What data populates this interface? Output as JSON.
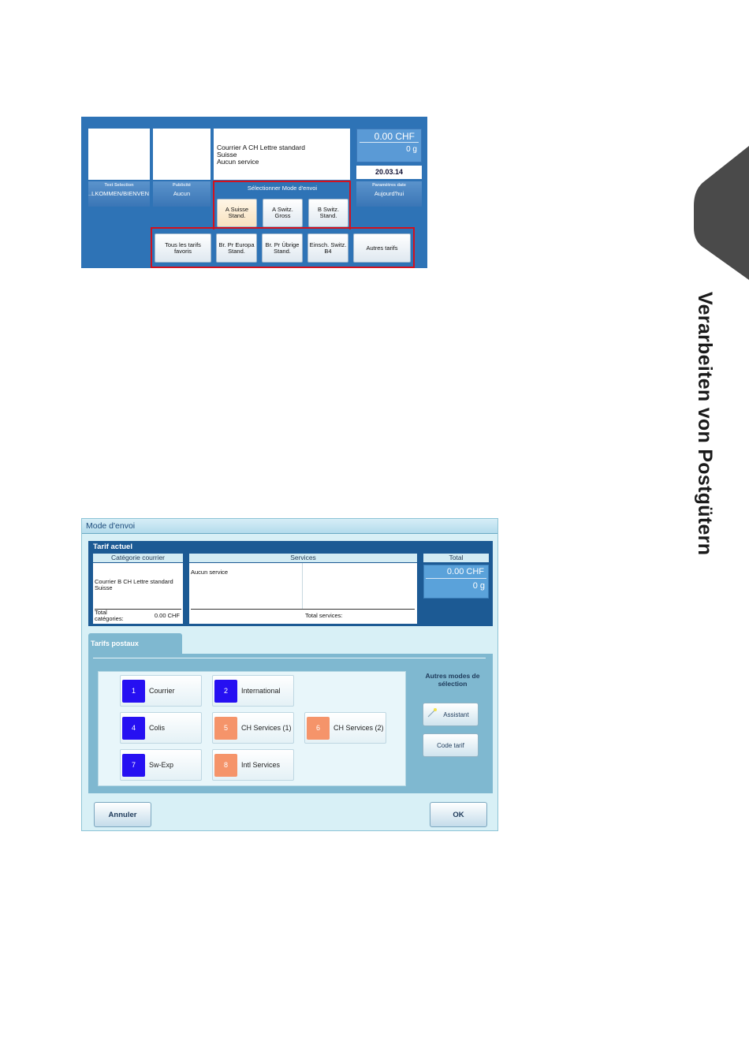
{
  "side_title": "Verarbeiten von Postgütern",
  "shot1": {
    "main_text": [
      "Courrier A CH Lettre standard",
      "Suisse",
      "Aucun service"
    ],
    "amount": "0.00 CHF",
    "weight": "0 g",
    "date": "20.03.14",
    "text_selection": {
      "caption": "Text Selection",
      "value": "..LKOMMEN/BIENVEN"
    },
    "publicite": {
      "caption": "Publicité",
      "value": "Aucun"
    },
    "parametres_date": {
      "caption": "Paramètres date",
      "value": "Aujourd'hui"
    },
    "mode_label": "Sélectionner Mode d'envoi",
    "mode_buttons": [
      [
        "A Suisse",
        "Stand."
      ],
      [
        "A Switz.",
        "Gross"
      ],
      [
        "B Switz.",
        "Stand."
      ]
    ],
    "tariff_buttons": [
      [
        "Tous les tarifs",
        "favoris"
      ],
      [
        "Br. Pr Europa",
        "Stand."
      ],
      [
        "Br. Pr Übrige",
        "Stand."
      ],
      [
        "Einsch. Switz.",
        "B4"
      ],
      [
        "Autres tarifs"
      ]
    ]
  },
  "shot2": {
    "window_title": "Mode d'envoi",
    "tarif_actuel": "Tarif actuel",
    "categorie_courrier_header": "Catégorie courrier",
    "categorie_text": [
      "Courrier B CH Lettre standard",
      "Suisse"
    ],
    "total_categories_label": [
      "Total",
      "catégories:"
    ],
    "total_categories_value": "0.00 CHF",
    "services_header": "Services",
    "services_text": "Aucun service",
    "total_services_label": "Total services:",
    "total_header": "Total",
    "total_amount": "0.00 CHF",
    "total_weight": "0 g",
    "tab_label": "Tarifs postaux",
    "categories": [
      {
        "num": "1",
        "label": "Courrier",
        "color": "#2610f2"
      },
      {
        "num": "2",
        "label": "International",
        "color": "#2610f2"
      },
      {
        "num": "4",
        "label": "Colis",
        "color": "#2610f2"
      },
      {
        "num": "5",
        "label": "CH Services (1)",
        "color": "#f5946a"
      },
      {
        "num": "6",
        "label": "CH Services (2)",
        "color": "#f5946a"
      },
      {
        "num": "7",
        "label": "Sw-Exp",
        "color": "#2610f2"
      },
      {
        "num": "8",
        "label": "Intl Services",
        "color": "#f5946a"
      }
    ],
    "autres_modes": [
      "Autres modes de",
      "sélection"
    ],
    "assistant_label": "Assistant",
    "code_tarif_label": "Code tarif",
    "annuler_label": "Annuler",
    "ok_label": "OK"
  }
}
